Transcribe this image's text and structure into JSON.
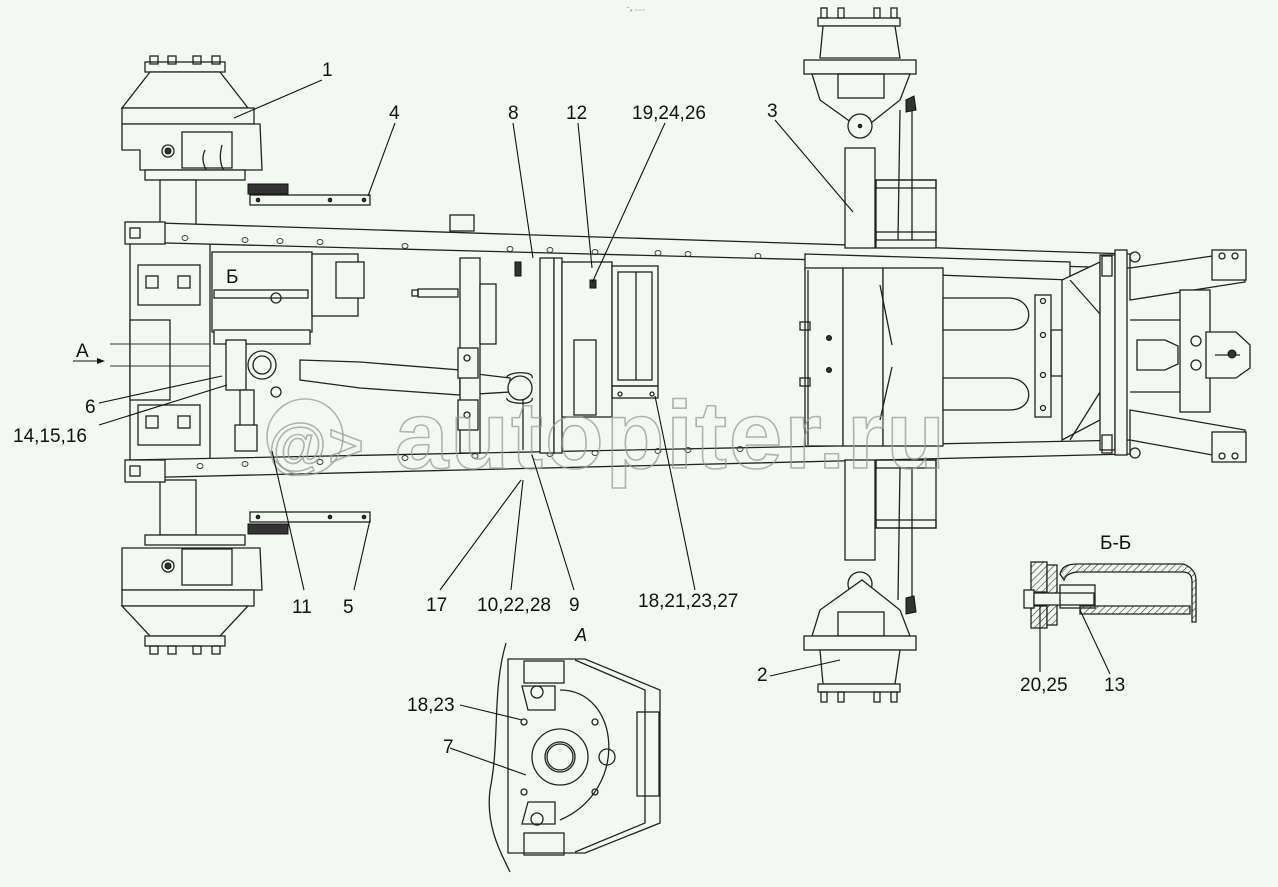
{
  "drawing": {
    "title": "Chassis frame assembly — top view (parts callout)",
    "header_mark": "⁼ₐ ₌₌₌",
    "watermark": "autopiter.ru",
    "watermark_logo": "@>",
    "background": "#f4f8f3",
    "line_color": "#222222"
  },
  "main_view": {
    "callouts": [
      {
        "id": "c1",
        "text": "1"
      },
      {
        "id": "c4",
        "text": "4"
      },
      {
        "id": "c8",
        "text": "8"
      },
      {
        "id": "c12",
        "text": "12"
      },
      {
        "id": "c19",
        "text": "19,24,26"
      },
      {
        "id": "c3",
        "text": "3"
      },
      {
        "id": "c6",
        "text": "6"
      },
      {
        "id": "c14",
        "text": "14,15,16"
      },
      {
        "id": "c11",
        "text": "11"
      },
      {
        "id": "c5",
        "text": "5"
      },
      {
        "id": "c17",
        "text": "17"
      },
      {
        "id": "c10",
        "text": "10,22,28"
      },
      {
        "id": "c9",
        "text": "9"
      },
      {
        "id": "c18",
        "text": "18,21,23,27"
      },
      {
        "id": "c2",
        "text": "2"
      }
    ],
    "view_arrow_label": "A",
    "section_mark": "Б"
  },
  "view_a": {
    "title": "A",
    "callouts": [
      {
        "id": "a18",
        "text": "18,23"
      },
      {
        "id": "a7",
        "text": "7"
      }
    ]
  },
  "section_bb": {
    "title": "Б-Б",
    "callouts": [
      {
        "id": "b20",
        "text": "20,25"
      },
      {
        "id": "b13",
        "text": "13"
      }
    ]
  }
}
